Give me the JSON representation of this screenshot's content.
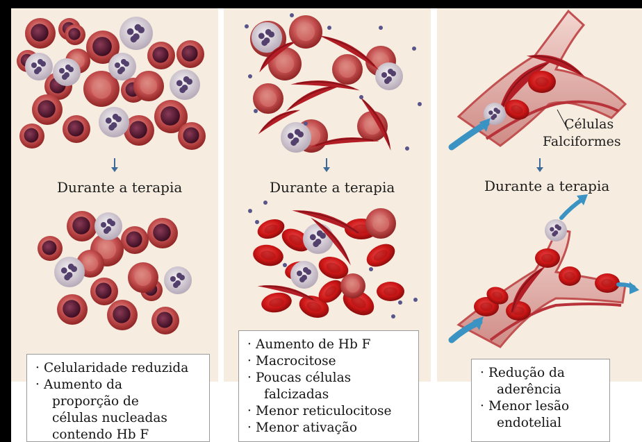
{
  "panels": [
    {
      "caption": "Durante a terapia",
      "box": [
        "Celularidade reduzida",
        "Aumento da",
        "proporção de",
        "células nucleadas",
        "contendo Hb F"
      ]
    },
    {
      "caption": "Durante a terapia",
      "box": [
        "Aumento de Hb F",
        "Macrocitose",
        "Poucas células",
        "falcizadas",
        "Menor reticulocitose",
        "Menor ativação"
      ]
    },
    {
      "caption": "Durante a terapia",
      "label": [
        "Células",
        "Falciformes"
      ],
      "box": [
        "Redução da",
        "aderência",
        "Menor lesão",
        "endotelial"
      ]
    }
  ],
  "colors": {
    "panel_bg": "#f6ecdf",
    "rbc": "#b83a3a",
    "nucleus": "#5a1b33",
    "sickle": "#b31d25",
    "flow_arrow": "#3a93c2",
    "vessel": "#e8b7b2",
    "indicator_arrow": "#3e6a9a"
  }
}
